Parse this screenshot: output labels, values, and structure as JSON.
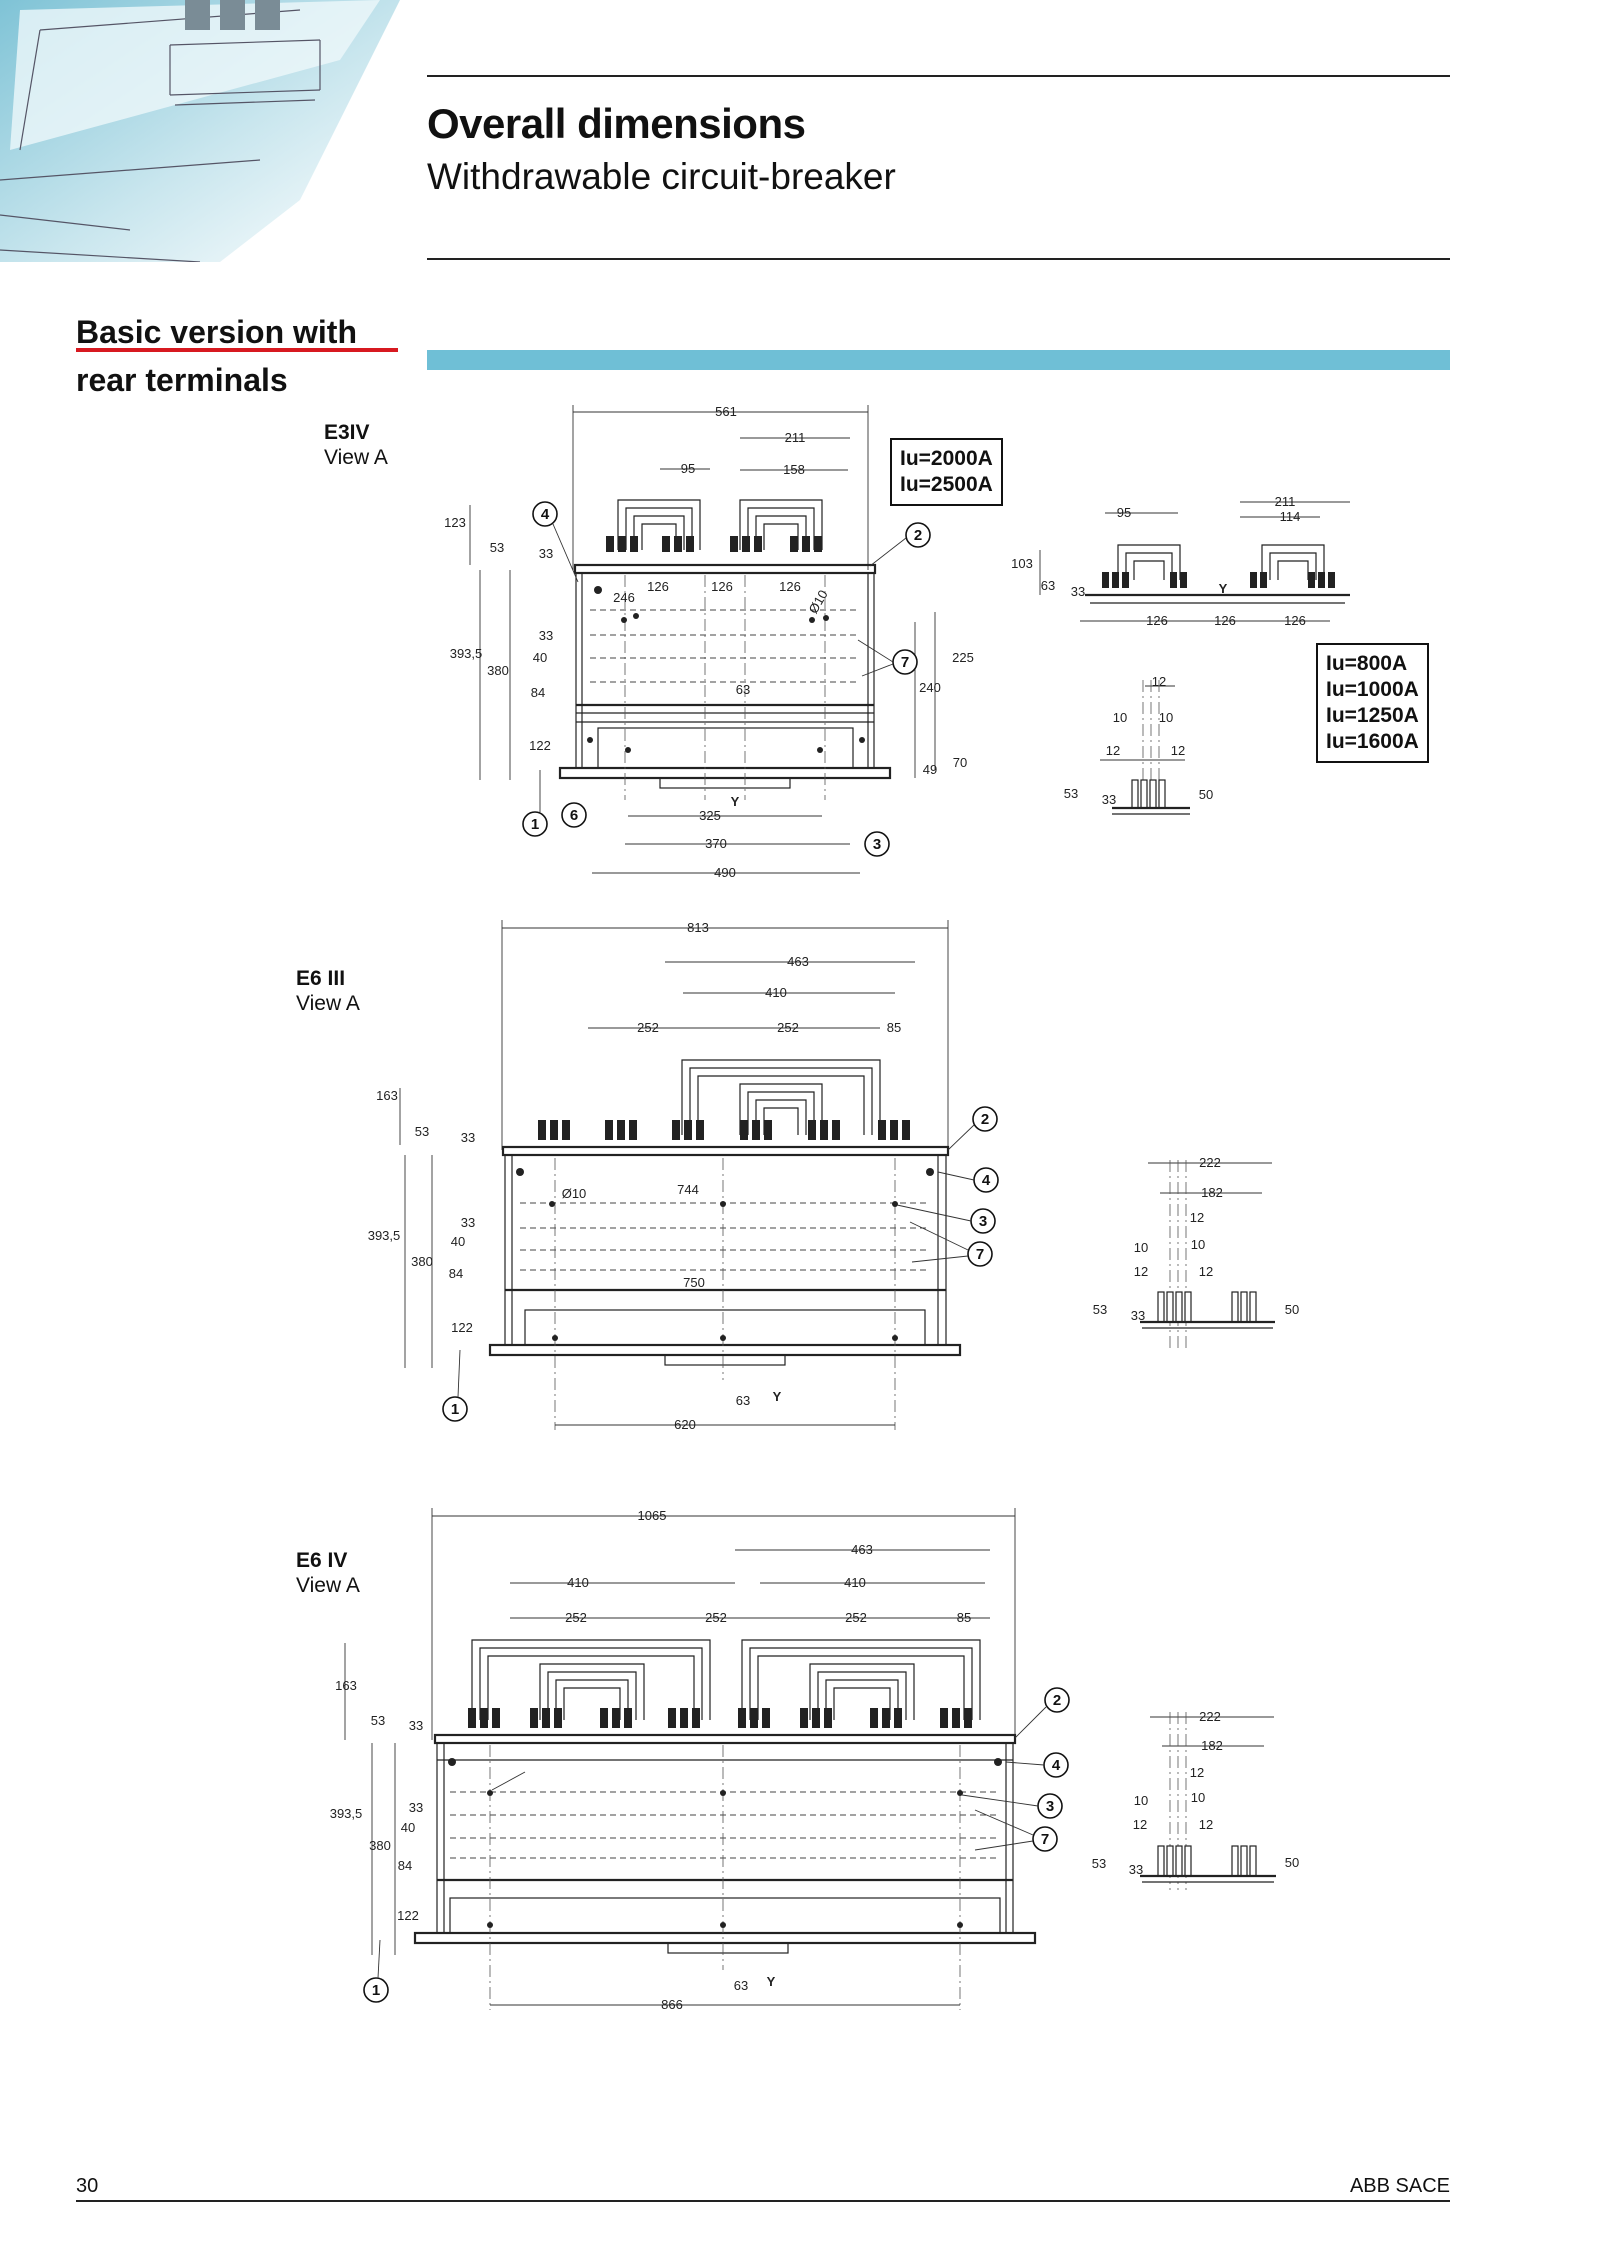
{
  "header": {
    "title": "Overall dimensions",
    "subtitle": "Withdrawable circuit-breaker"
  },
  "section": {
    "heading_line1": "Basic version with",
    "heading_line2": "rear terminals"
  },
  "accent_colors": {
    "section_underline": "#d71920",
    "band": "#6fbfd6"
  },
  "drawings": {
    "e3iv": {
      "model": "E3IV",
      "view": "View A",
      "rating_box_a": [
        "Iu=2000A",
        "Iu=2500A"
      ],
      "rating_box_b": [
        "Iu=800A",
        "Iu=1000A",
        "Iu=1250A",
        "Iu=1600A"
      ],
      "dims": {
        "d561": "561",
        "d211": "211",
        "d95": "95",
        "d158": "158",
        "d123": "123",
        "d53": "53",
        "d33": "33",
        "d126a": "126",
        "d126b": "126",
        "d126c": "126",
        "d246": "246",
        "d10": "Ø10",
        "d393": "393,5",
        "d380": "380",
        "d40": "40",
        "d84": "84",
        "d122": "122",
        "d63": "63",
        "d225": "225",
        "d240": "240",
        "d70": "70",
        "d49": "49",
        "d325": "325",
        "d370": "370",
        "d490": "490",
        "y": "Y"
      },
      "side_a": {
        "d95": "95",
        "d211": "211",
        "d114": "114",
        "d103": "103",
        "d63": "63",
        "d33": "33",
        "d126a": "126",
        "d126b": "126",
        "d126c": "126",
        "y": "Y"
      },
      "side_b": {
        "d12a": "12",
        "d10a": "10",
        "d10b": "10",
        "d12b": "12",
        "d12c": "12",
        "d53": "53",
        "d33": "33",
        "d50": "50"
      },
      "callouts": {
        "c1": "1",
        "c2": "2",
        "c3": "3",
        "c4": "4",
        "c6": "6",
        "c7": "7"
      }
    },
    "e6iii": {
      "model": "E6 III",
      "view": "View A",
      "dims": {
        "d813": "813",
        "d463": "463",
        "d410": "410",
        "d252a": "252",
        "d252b": "252",
        "d85": "85",
        "d163": "163",
        "d53": "53",
        "d33": "33",
        "d744": "744",
        "d10": "Ø10",
        "d393": "393,5",
        "d380": "380",
        "d33b": "33",
        "d40": "40",
        "d84": "84",
        "d750": "750",
        "d122": "122",
        "d63": "63",
        "d620": "620",
        "y": "Y"
      },
      "side": {
        "d222": "222",
        "d182": "182",
        "d12a": "12",
        "d10a": "10",
        "d10b": "10",
        "d12b": "12",
        "d12c": "12",
        "d53": "53",
        "d33": "33",
        "d50": "50"
      },
      "callouts": {
        "c1": "1",
        "c2": "2",
        "c3": "3",
        "c4": "4",
        "c7": "7"
      }
    },
    "e6iv": {
      "model": "E6 IV",
      "view": "View A",
      "dims": {
        "d1065": "1065",
        "d463": "463",
        "d410a": "410",
        "d410b": "410",
        "d252a": "252",
        "d252b": "252",
        "d252c": "252",
        "d85": "85",
        "d163": "163",
        "d53": "53",
        "d33": "33",
        "d393": "393,5",
        "d33b": "33",
        "d40": "40",
        "d380": "380",
        "d84": "84",
        "d122": "122",
        "d63": "63",
        "d866": "866",
        "y": "Y"
      },
      "side": {
        "d222": "222",
        "d182": "182",
        "d12a": "12",
        "d10a": "10",
        "d10b": "10",
        "d12b": "12",
        "d12c": "12",
        "d53": "53",
        "d33": "33",
        "d50": "50"
      },
      "callouts": {
        "c1": "1",
        "c2": "2",
        "c3": "3",
        "c4": "4",
        "c7": "7"
      }
    }
  },
  "footer": {
    "page_number": "30",
    "company": "ABB SACE"
  }
}
